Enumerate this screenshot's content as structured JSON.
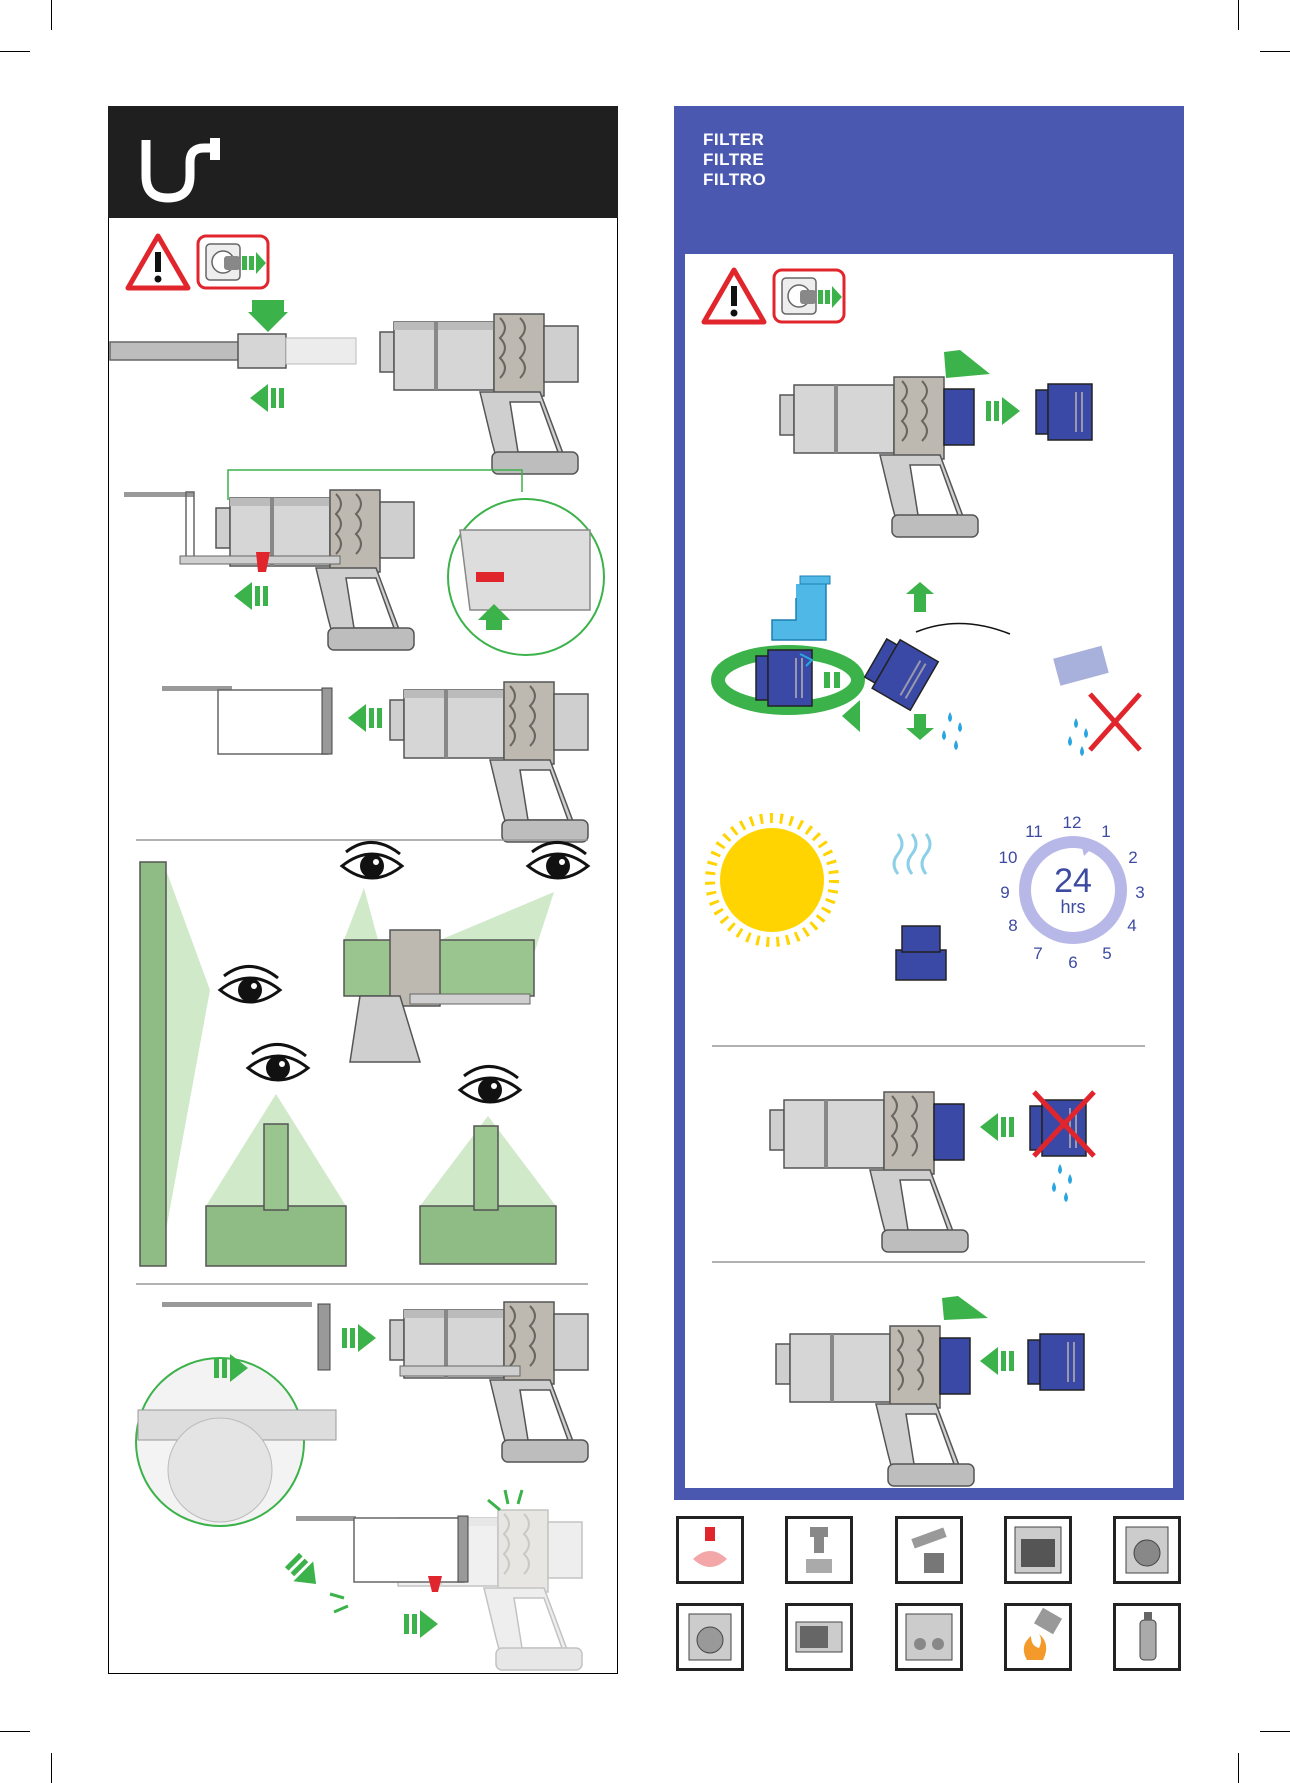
{
  "filter_section": {
    "title_en": "FILTER",
    "title_fr": "FILTRE",
    "title_es": "FILTRO"
  },
  "drying": {
    "hours": "24",
    "unit": "hrs",
    "clock_numbers": [
      "12",
      "1",
      "2",
      "3",
      "4",
      "5",
      "6",
      "7",
      "8",
      "9",
      "10",
      "11"
    ]
  },
  "icons": {
    "warning": "warning-triangle-icon",
    "unplug": "unplug-socket-icon",
    "no_go": [
      "no-hot-water-icon",
      "no-tap-icon",
      "no-brush-icon",
      "no-oven-icon",
      "no-washing-machine-icon",
      "no-tumble-dryer-icon",
      "no-microwave-icon",
      "no-dishwasher-icon",
      "no-naked-flame-icon",
      "no-aerosol-icon"
    ]
  },
  "colors": {
    "accent_green": "#3cb24a",
    "panel_blue": "#4a58b0",
    "filter_blue": "#3a48a6",
    "warning_red": "#e0262c",
    "header_black": "#1f1f1f"
  }
}
